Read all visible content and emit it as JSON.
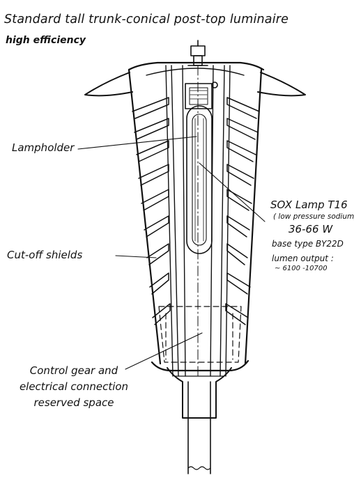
{
  "title": "Standard tall trunk-conical post-top luminaire",
  "subtitle": "high efficiency",
  "labels": {
    "lampholder": "Lampholder",
    "cutoff_shields": "Cut-off shields",
    "control_gear": [
      "Control gear and",
      "electrical connection",
      "reserved space"
    ]
  },
  "lamp": {
    "name": "SOX Lamp T16",
    "type": "( low pressure sodium)",
    "power": "36-66 W",
    "base": "base type BY22D",
    "lumen_label": "lumen output :",
    "lumen_range": "~ 6100 -10700"
  },
  "colors": {
    "ink": "#111111",
    "background": "#ffffff"
  }
}
